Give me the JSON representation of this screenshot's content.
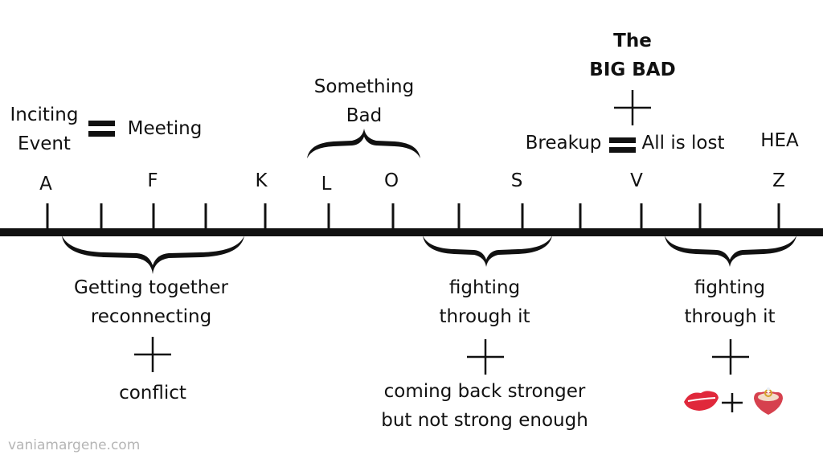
{
  "top": {
    "inciting_event": [
      "Inciting",
      "Event"
    ],
    "meeting": "Meeting",
    "something_bad": [
      "Something",
      "Bad"
    ],
    "big_bad": [
      "The",
      "BIG BAD"
    ],
    "breakup": "Breakup",
    "all_is_lost": "All is lost",
    "hea": "HEA"
  },
  "letters": [
    "A",
    "F",
    "K",
    "L",
    "O",
    "S",
    "V",
    "Z"
  ],
  "bottom": {
    "section1": [
      "Getting together",
      "reconnecting"
    ],
    "section1_extra": "conflict",
    "section2": [
      "fighting",
      "through it"
    ],
    "section2_extra": [
      "coming back stronger",
      "but not strong enough"
    ],
    "section3": [
      "fighting",
      "through it"
    ],
    "section3_icons": [
      "kiss-lips",
      "ring-box"
    ]
  },
  "watermark": "vaniamargene.com",
  "colors": {
    "line": "#111111",
    "lips": "#e0283b",
    "box": "#d6414e"
  }
}
